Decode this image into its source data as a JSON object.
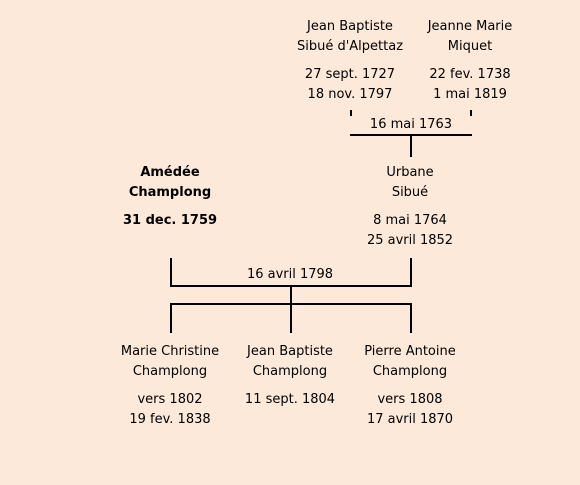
{
  "grandparents": {
    "father": {
      "name_lines": [
        "Jean Baptiste",
        "Sibué d'Alpettaz"
      ],
      "birth": "27 sept. 1727",
      "death": "18 nov. 1797"
    },
    "mother": {
      "name_lines": [
        "Jeanne Marie",
        "Miquet"
      ],
      "birth": "22 fev. 1738",
      "death": "1 mai 1819"
    },
    "marriage": "16 mai 1763"
  },
  "parents": {
    "father": {
      "name_lines": [
        "Amédée",
        "Champlong"
      ],
      "birth": "31 dec. 1759",
      "death": ""
    },
    "mother": {
      "name_lines": [
        "Urbane",
        "Sibué"
      ],
      "birth": "8 mai 1764",
      "death": "25 avril 1852"
    },
    "marriage": "16 avril 1798"
  },
  "children": [
    {
      "name_lines": [
        "Marie Christine",
        "Champlong"
      ],
      "birth": "vers 1802",
      "death": "19 fev. 1838"
    },
    {
      "name_lines": [
        "Jean Baptiste",
        "Champlong"
      ],
      "birth": "11 sept. 1804",
      "death": ""
    },
    {
      "name_lines": [
        "Pierre Antoine",
        "Champlong"
      ],
      "birth": "vers 1808",
      "death": "17 avril 1870"
    }
  ]
}
